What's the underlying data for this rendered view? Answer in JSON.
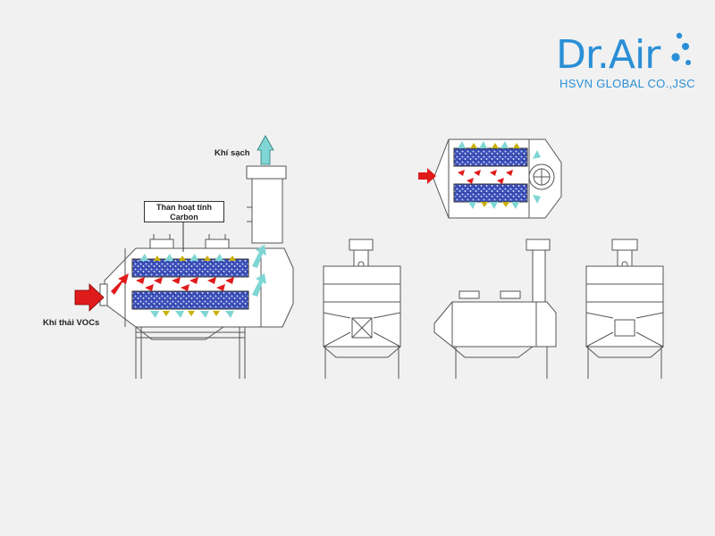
{
  "logo": {
    "brand": "Dr.Air",
    "company": "HSVN GLOBAL CO.,JSC",
    "color": "#2a8fd6"
  },
  "labels": {
    "clean_air": "Khí sạch",
    "activated_carbon_line1": "Than hoạt tính",
    "activated_carbon_line2": "Carbon",
    "voc_exhaust": "Khí thải VOCs"
  },
  "colors": {
    "inlet_arrow": "#e01b1b",
    "clean_arrow": "#7fd6d4",
    "carbon_bed": "#3a4fb8",
    "outline": "#555555"
  }
}
